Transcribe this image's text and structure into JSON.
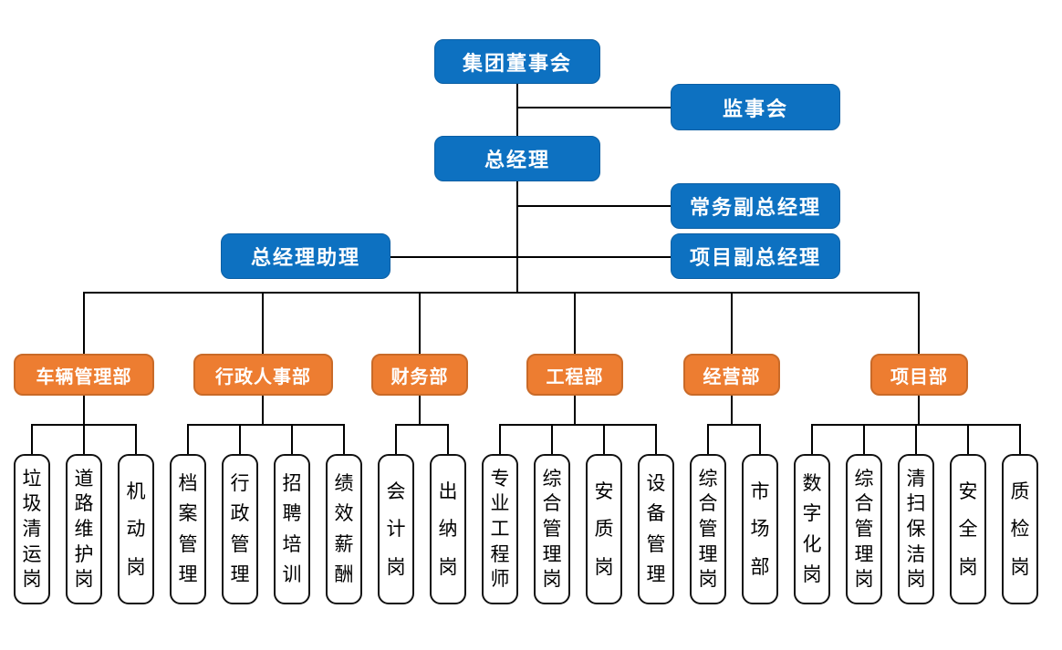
{
  "colors": {
    "leadership_blue": "#0d71c1",
    "department_orange": "#ed7d31",
    "connector_black": "#000000",
    "position_box_bg": "#ffffff"
  },
  "leadership": {
    "board": "集团董事会",
    "supervisory_board": "监事会",
    "general_manager": "总经理",
    "executive_deputy_gm": "常务副总经理",
    "gm_assistant": "总经理助理",
    "project_deputy_gm": "项目副总经理"
  },
  "departments": [
    {
      "name": "车辆管理部",
      "positions": [
        "垃圾清运岗",
        "道路维护岗",
        "机动岗"
      ]
    },
    {
      "name": "行政人事部",
      "positions": [
        "档案管理",
        "行政管理",
        "招聘培训",
        "绩效薪酬"
      ]
    },
    {
      "name": "财务部",
      "positions": [
        "会计岗",
        "出纳岗"
      ]
    },
    {
      "name": "工程部",
      "positions": [
        "专业工程师",
        "综合管理岗",
        "安质岗",
        "设备管理"
      ]
    },
    {
      "name": "经营部",
      "positions": [
        "综合管理岗",
        "市场部"
      ]
    },
    {
      "name": "项目部",
      "positions": [
        "数字化岗",
        "综合管理岗",
        "清扫保洁岗",
        "安全岗",
        "质检岗"
      ]
    }
  ]
}
